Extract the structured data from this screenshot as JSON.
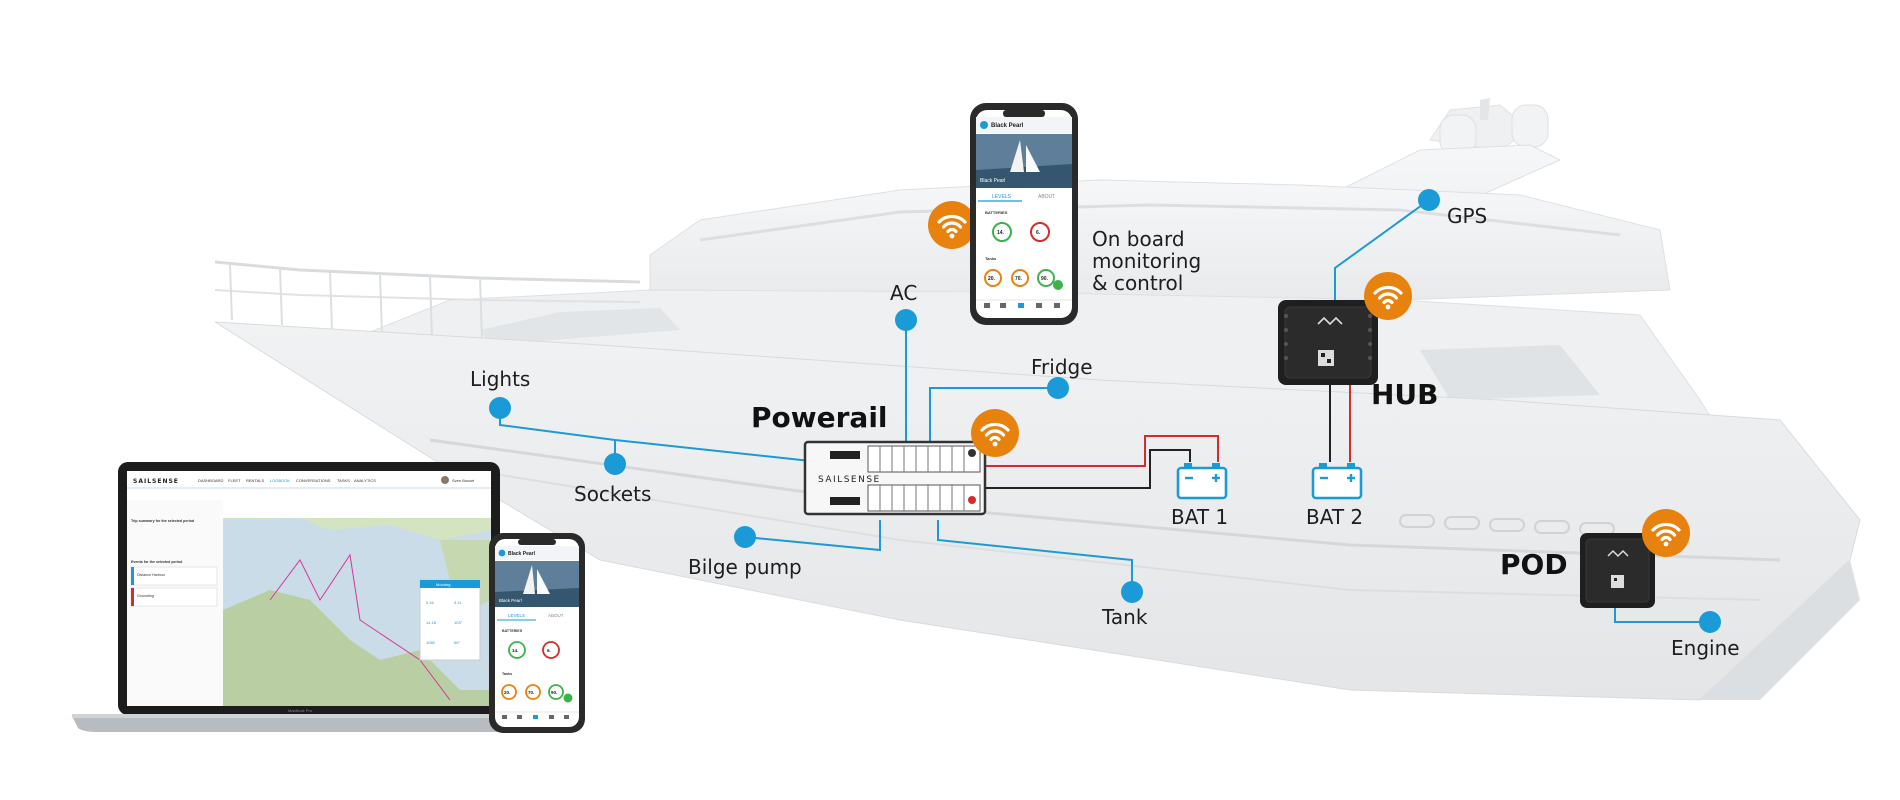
{
  "brand": "SAILSENSE",
  "devices": {
    "powerail": "Powerail",
    "hub": "HUB",
    "pod": "POD"
  },
  "connections": {
    "lights": "Lights",
    "sockets": "Sockets",
    "ac": "AC",
    "fridge": "Fridge",
    "bilge_pump": "Bilge pump",
    "tank": "Tank",
    "bat1": "BAT 1",
    "bat2": "BAT 2",
    "gps": "GPS",
    "engine": "Engine",
    "onboard": [
      "On board",
      "monitoring",
      "& control"
    ]
  },
  "colors": {
    "accent_blue": "#1a9ad6",
    "wifi_orange": "#e8820e",
    "wire_red": "#d62b2b",
    "wire_black": "#222222",
    "yacht": "#eceef0"
  },
  "phone_app": {
    "boat_name": "Black Pearl",
    "tab_levels": "LEVELS",
    "tab_about": "ABOUT",
    "section_batteries": "BATTERIES",
    "section_tanks": "Tanks",
    "gauges": [
      "14.",
      "6.",
      "20.",
      "70.",
      "90."
    ]
  },
  "laptop": {
    "nav": [
      "DASHBOARD",
      "FLEET",
      "RENTALS",
      "LOGBOOK",
      "CONVERSATIONS",
      "TASKS",
      "ANALYTICS"
    ],
    "user": "Sven Bonart",
    "sidebar_title": "Trip summary for the selected period",
    "events_title": "Events for the selected period",
    "events": [
      "Distance Harbour",
      "Grounding"
    ],
    "popup_title": "Mooring",
    "popup_stats": [
      "0.16",
      "3.11",
      "14.18",
      "103°",
      "1080",
      "56°"
    ],
    "model": "MacBook Pro"
  }
}
